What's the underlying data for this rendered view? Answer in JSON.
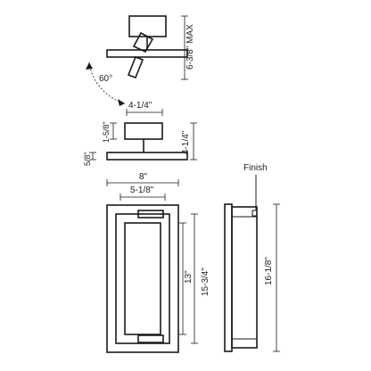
{
  "labels": {
    "top_max_height": "6-3/8\" MAX",
    "angle": "60°",
    "canopy_width": "4-1/4\"",
    "canopy_depth": "1-5/8\"",
    "mount_height": "4-1/4\"",
    "arm_thickness": "5/8\"",
    "overall_width": "8\"",
    "inner_width": "5-1/8\"",
    "inner_height": "13\"",
    "middle_height": "15-3/4\"",
    "overall_height": "16-1/8\"",
    "finish": "Finish"
  }
}
